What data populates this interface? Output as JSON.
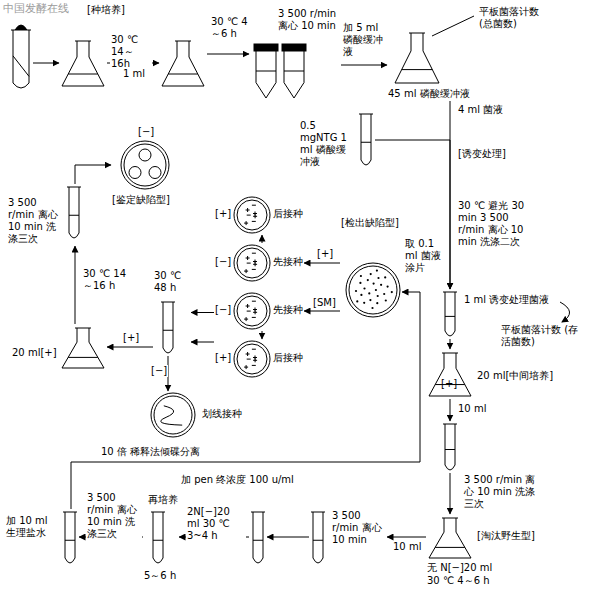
{
  "diagram": {
    "nodes": [
      {
        "text": []
      },
      {
        "text": []
      },
      {
        "text": []
      },
      {
        "text": [
          "3 500 r/min 离心 10 min"
        ]
      },
      {
        "text": [
          "45 ml 磷酸缓冲液"
        ]
      },
      {
        "text": [
          "0.5 mgNTG 1 ml 磷酸缓冲液"
        ]
      },
      {
        "text": []
      },
      {
        "text": [
          "20 ml[中间培养]",
          "[+]"
        ]
      },
      {
        "text": []
      },
      {
        "text": [
          "[淘汰野生型]",
          "无 N[−]20 ml",
          "30 ℃ 4～6 h"
        ]
      },
      {
        "text": [
          "3 500 r/min 离心 10 min"
        ]
      },
      {
        "text": []
      },
      {
        "text": [
          "再培养",
          "5～6 h"
        ]
      },
      {
        "text": [
          "加 10 ml 生理盐水"
        ]
      },
      {
        "text": [
          "[检出缺陷型]"
        ]
      },
      {
        "text": [
          "[+]",
          "后接种"
        ]
      },
      {
        "text": [
          "[−]",
          "先接种"
        ]
      },
      {
        "text": [
          "[−]",
          "先接种"
        ]
      },
      {
        "text": [
          "[+]",
          "后接种"
        ]
      },
      {
        "text": [
          "30 ℃ 48 h"
        ]
      },
      {
        "text": [
          "划线接种"
        ]
      },
      {
        "text": [
          "20 ml[+]"
        ]
      },
      {
        "text": [
          "3 500 r/min 离心 10 min 洗涤三次"
        ]
      },
      {
        "text": [
          "[−]",
          "[鉴定缺陷型]"
        ]
      }
    ],
    "edges": [
      {
        "from": 0,
        "to": 1,
        "arrow": "to"
      },
      {
        "from": 1,
        "to": 2,
        "arrow": "to",
        "label": "30 ℃ 14～16h"
      },
      {
        "from": 2,
        "to": 3,
        "arrow": "to",
        "label": "30 ℃ 4～6 h"
      },
      {
        "from": 3,
        "to": 4,
        "arrow": "to",
        "label": "加 5 ml 磷酸缓冲液"
      },
      {
        "from": 4,
        "to": 6,
        "arrow": "to",
        "label": "4 ml 菌液"
      },
      {
        "from": 5,
        "to": 6,
        "arrow": "to"
      },
      {
        "from": 6,
        "to": 7,
        "arrow": "to",
        "label": "1 ml 诱变处理菌液"
      },
      {
        "from": 7,
        "to": 8,
        "arrow": "to",
        "label": "10 ml"
      },
      {
        "from": 8,
        "to": 9,
        "arrow": "to",
        "label": "3 500 r/min 离心 10 min 洗涤三次"
      },
      {
        "from": 9,
        "to": 10,
        "arrow": "to",
        "label": "10 ml"
      },
      {
        "from": 10,
        "to": 11,
        "arrow": "to"
      },
      {
        "from": 11,
        "to": 12,
        "arrow": "to",
        "label": "2N[−]20 ml 30 ℃ 3~4 h"
      },
      {
        "from": 12,
        "to": 13,
        "arrow": "to",
        "label": "3 500 r/min 离心 10 min 洗涤三次"
      },
      {
        "from": 13,
        "to": 14,
        "arrow": "to",
        "label": "10 倍 稀释法倾碟分离"
      },
      {
        "from": 14,
        "to": 16,
        "arrow": "to",
        "label": "[+]"
      },
      {
        "from": 14,
        "to": 17,
        "arrow": "to",
        "label": "[SM]"
      },
      {
        "from": 16,
        "to": 15,
        "arrow": "to"
      },
      {
        "from": 17,
        "to": 18,
        "arrow": "to"
      },
      {
        "from": 17,
        "to": 19,
        "arrow": "to"
      },
      {
        "from": 18,
        "to": 19,
        "arrow": "to"
      },
      {
        "from": 19,
        "to": 21,
        "arrow": "to",
        "label": "[+]"
      },
      {
        "from": 19,
        "to": 20,
        "arrow": "to",
        "label": "[−]"
      },
      {
        "from": 21,
        "to": 22,
        "arrow": "to",
        "label": "30 ℃ 14～16 h"
      },
      {
        "from": 22,
        "to": 23,
        "arrow": "to"
      }
    ],
    "labels": [
      "中国发酵在线",
      "[种培养]",
      "1 ml",
      "平板菌落计数 (总菌数)",
      "[诱变处理]",
      "30 ℃ 避光 30 min 3 500 r/min 离心 10 min 洗涤二次",
      "平板菌落计数 (存活菌数)",
      "加 pen 终浓度 100 u/ml",
      "取 0.1 ml 菌液涂片"
    ]
  }
}
